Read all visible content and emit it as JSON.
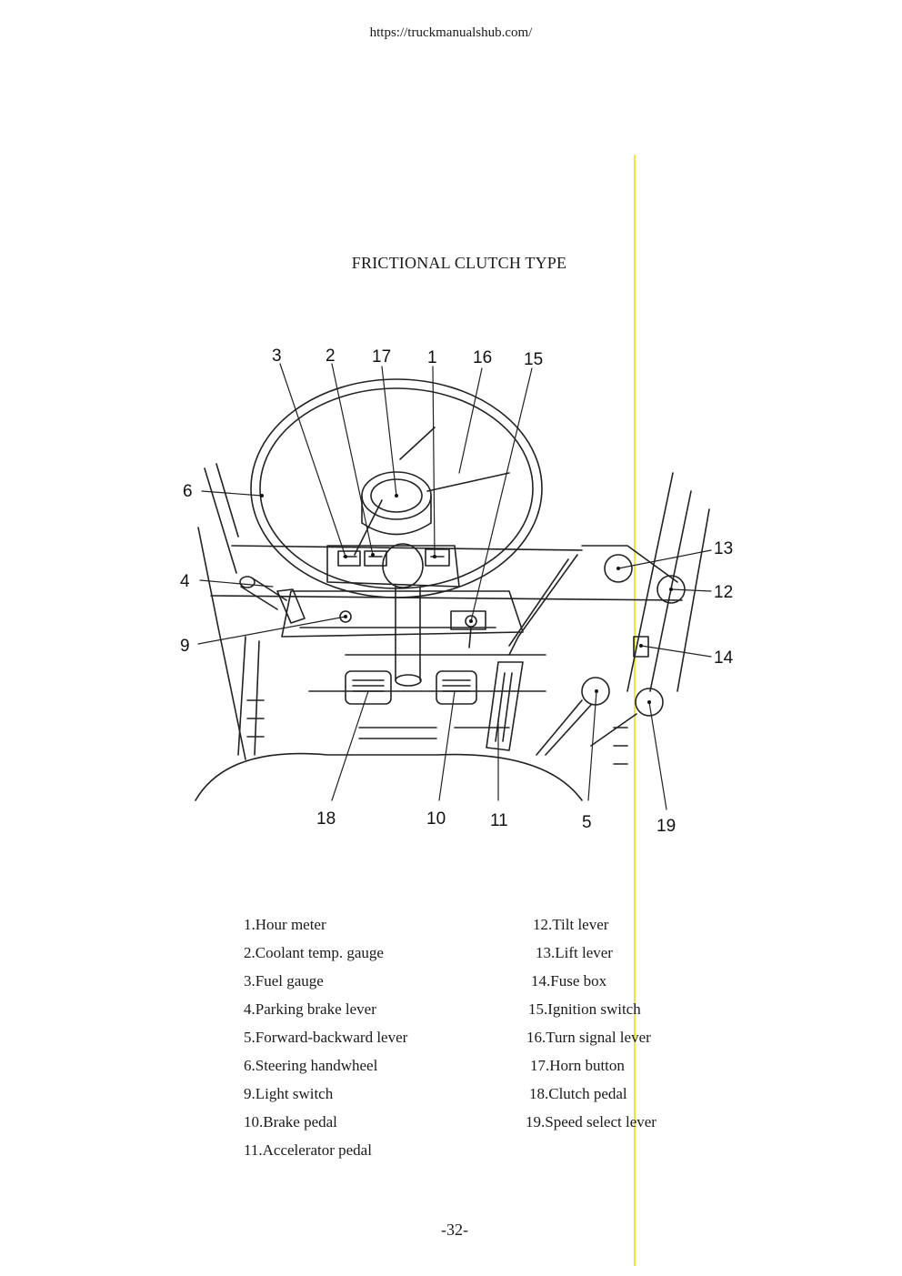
{
  "page": {
    "url": "https://truckmanualshub.com/",
    "title": "FRICTIONAL CLUTCH TYPE",
    "page_number": "-32-"
  },
  "diagram": {
    "callouts": {
      "c3": "3",
      "c2": "2",
      "c17": "17",
      "c1": "1",
      "c16": "16",
      "c15": "15",
      "c6": "6",
      "c4": "4",
      "c9": "9",
      "c13": "13",
      "c12": "12",
      "c14": "14",
      "c18": "18",
      "c10": "10",
      "c11": "11",
      "c5": "5",
      "c19": "19"
    }
  },
  "legend": {
    "left": [
      "1.Hour meter",
      "2.Coolant temp. gauge",
      "3.Fuel gauge",
      "4.Parking brake lever",
      "5.Forward-backward lever",
      "6.Steering handwheel",
      "9.Light switch",
      "10.Brake pedal",
      "11.Accelerator pedal"
    ],
    "right": [
      "12.Tilt lever",
      "13.Lift lever",
      "14.Fuse box",
      "15.Ignition switch",
      "16.Turn signal lever",
      "17.Horn button",
      "18.Clutch pedal",
      "19.Speed select lever"
    ]
  }
}
